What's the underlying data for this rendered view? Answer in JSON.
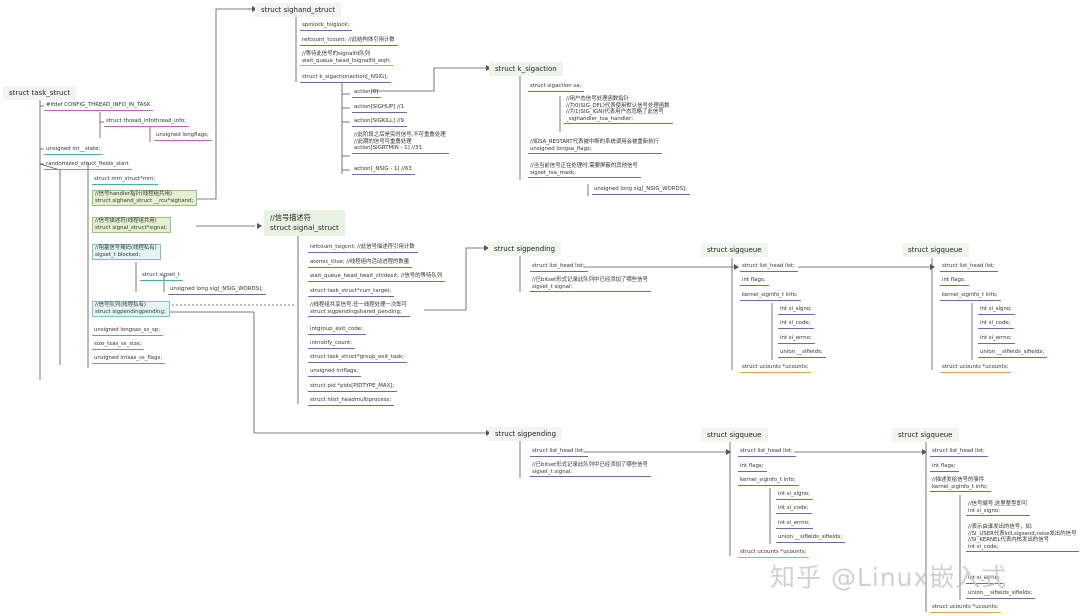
{
  "headers": {
    "task_struct": "struct task_struct",
    "sighand_struct": "struct sighand_struct",
    "k_sigaction": "struct k_sigaction",
    "signal_struct_comment": "//信号描述符",
    "signal_struct": "struct signal_struct",
    "sigpending1": "struct sigpending",
    "sigqueue1": "struct sigqueue",
    "sigqueue2": "struct sigqueue",
    "sigpending2": "struct sigpending",
    "sigqueue3": "struct sigqueue",
    "sigqueue4": "struct sigqueue"
  },
  "task_struct_fields": {
    "ifdef": "#ifdef CONFIG_THREAD_INFO_IN_TASK",
    "thread_info": "struct thread_infothread_info;",
    "long_flags": "unsigned longflags;",
    "state": "unsigned int__state;",
    "randomized": "randomized_struct_fields_start",
    "mm": "struct mm_struct*mm;",
    "sighand_comment": "//信号handler指针(线程组共用)",
    "sighand": "struct sighand_struct __rcu*sighand;",
    "signal_comment": "//信号描述符(线程组共用)",
    "signal": "struct signal_struct*signal;",
    "blocked_comment": "//阻塞信号掩码(线程私有)",
    "blocked": "sigset_t blocked;",
    "sigset_t": "struct sigset_t",
    "sig_words": "unsigned long sig[_NSIG_WORDS];",
    "pending_comment": "//信号队列(线程私有)",
    "pending": "struct sigpendingpending;",
    "sas_ss_sp": "unsigned longsas_ss_sp;",
    "sas_ss_size": "size_tsas_ss_size;",
    "sas_ss_flags": "unsigned intsas_ss_flags;"
  },
  "sighand_fields": {
    "siglock": "spinlock_tsiglock;",
    "count": "refcount_tcount;  //此结构体引用计数",
    "wqh_comment": "//等待此信号的signalfd队列",
    "wqh": "wait_queue_head_tsignalfd_wqh;",
    "action": "struct k_sigactionaction[_NSIG];",
    "a0": "action[0]",
    "a1": "action[SIGHUP] //1",
    "a9": "action[SIGKILL]  //9",
    "arange_c1": "//此阶段之后是实时信号,不可重叠处理",
    "arange_c2": "//此期的信号可重叠处理",
    "arange": "action[SIGRTMIN - 1] //31",
    "alast": "action[_NSIG - 1] //63"
  },
  "k_sigaction_fields": {
    "sa": "struct sigaction sa;",
    "h1": "//用户态信号处理函数指针",
    "h2": "//为0(SIG_DFL)代表使用默认信号处理函数",
    "h3": "//为1(SIG_IGN)代表用户态忽略了此信号",
    "h4": "_sighandler_tsa_handler;",
    "f1": "//如SA_RESTART代表被中断的系统调用会被重新执行",
    "f2": "unsigned longsa_flags;",
    "m1": "//当当前信号正在处理时,需要屏蔽的其他信号",
    "m2": "sigset_tsa_mask;",
    "m3": "unsigned long sig[_NSIG_WORDS];"
  },
  "signal_struct_fields": {
    "sigcnt": "refcount_tsigcnt;   //此信号描述符引用计数",
    "live": "atomic_tlive;   //线程组内活动进程的数量",
    "wait": "wait_queue_head_twait_chldexit; //信号的等待队列",
    "curr_target": "struct task_struct*curr_target;",
    "sp_comment": "//线程组共享信号,任一线程处理一次即可",
    "shared_pending": "struct sigpendingshared_pending;",
    "exit_code": "intgroup_exit_code;",
    "notify": "intnotify_count;",
    "exit_task": "struct task_struct*group_exit_task;",
    "flags": "unsigned intflags;",
    "pids": "struct pid *pids[PIDTYPE_MAX];",
    "multiprocess": "struct hlist_headmultiprocess;"
  },
  "sigpending_fields": {
    "list": "struct list_head list;",
    "c1": "//已bitset形式记录此队列中已经添加了哪些信号",
    "signal": "sigset_t signal;"
  },
  "sigqueue_fields": {
    "list": "struct list_head list;",
    "flags": "int flags;",
    "info": "kernel_siginfo_t info;",
    "signo": "int si_signo;",
    "code": "int si_code;",
    "errno": "int si_errno;",
    "sifields": "union __sifields;",
    "sifields2": "union __sifields_sifields;",
    "ucounts": "struct ucounts *ucounts;"
  },
  "sigqueue4_fields": {
    "info_c": "//描述发给信号的事件",
    "signo_c": "//信号编号,这里整型即可",
    "code_c1": "//表示由谁发出的信号，如:",
    "code_c2": "//SI_USER代表kill,sigsend,raise发出的信号",
    "code_c3": "//SI_KERNEL代表内核发出的信号"
  },
  "watermark": "知乎 @Linux嵌入式"
}
